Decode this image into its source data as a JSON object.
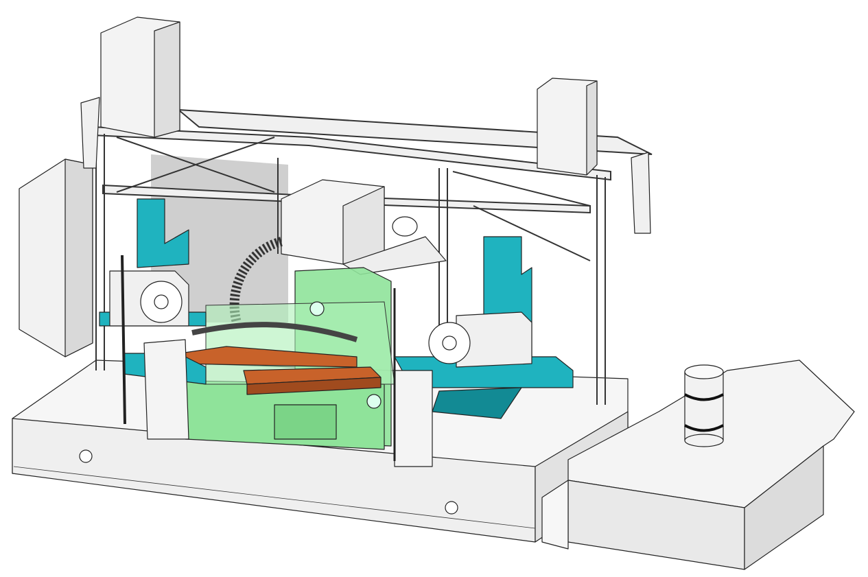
{
  "colors": {
    "background": "#ffffff",
    "frame": "#f4f4f4",
    "shadow": "#d6d6d6",
    "green": "#8fe39a",
    "green_dark": "#6fcf7c",
    "teal": "#1fb3bf",
    "teal_dark": "#128a94",
    "orange": "#c8622a",
    "outline": "#222222"
  },
  "icons": [
    "machine-base",
    "gantry-frame",
    "tower-left",
    "tower-right",
    "control-cabinet",
    "rotary-fixture-left",
    "rotary-fixture-right",
    "work-fixture",
    "cylinder-tank",
    "conveyor-chute"
  ]
}
